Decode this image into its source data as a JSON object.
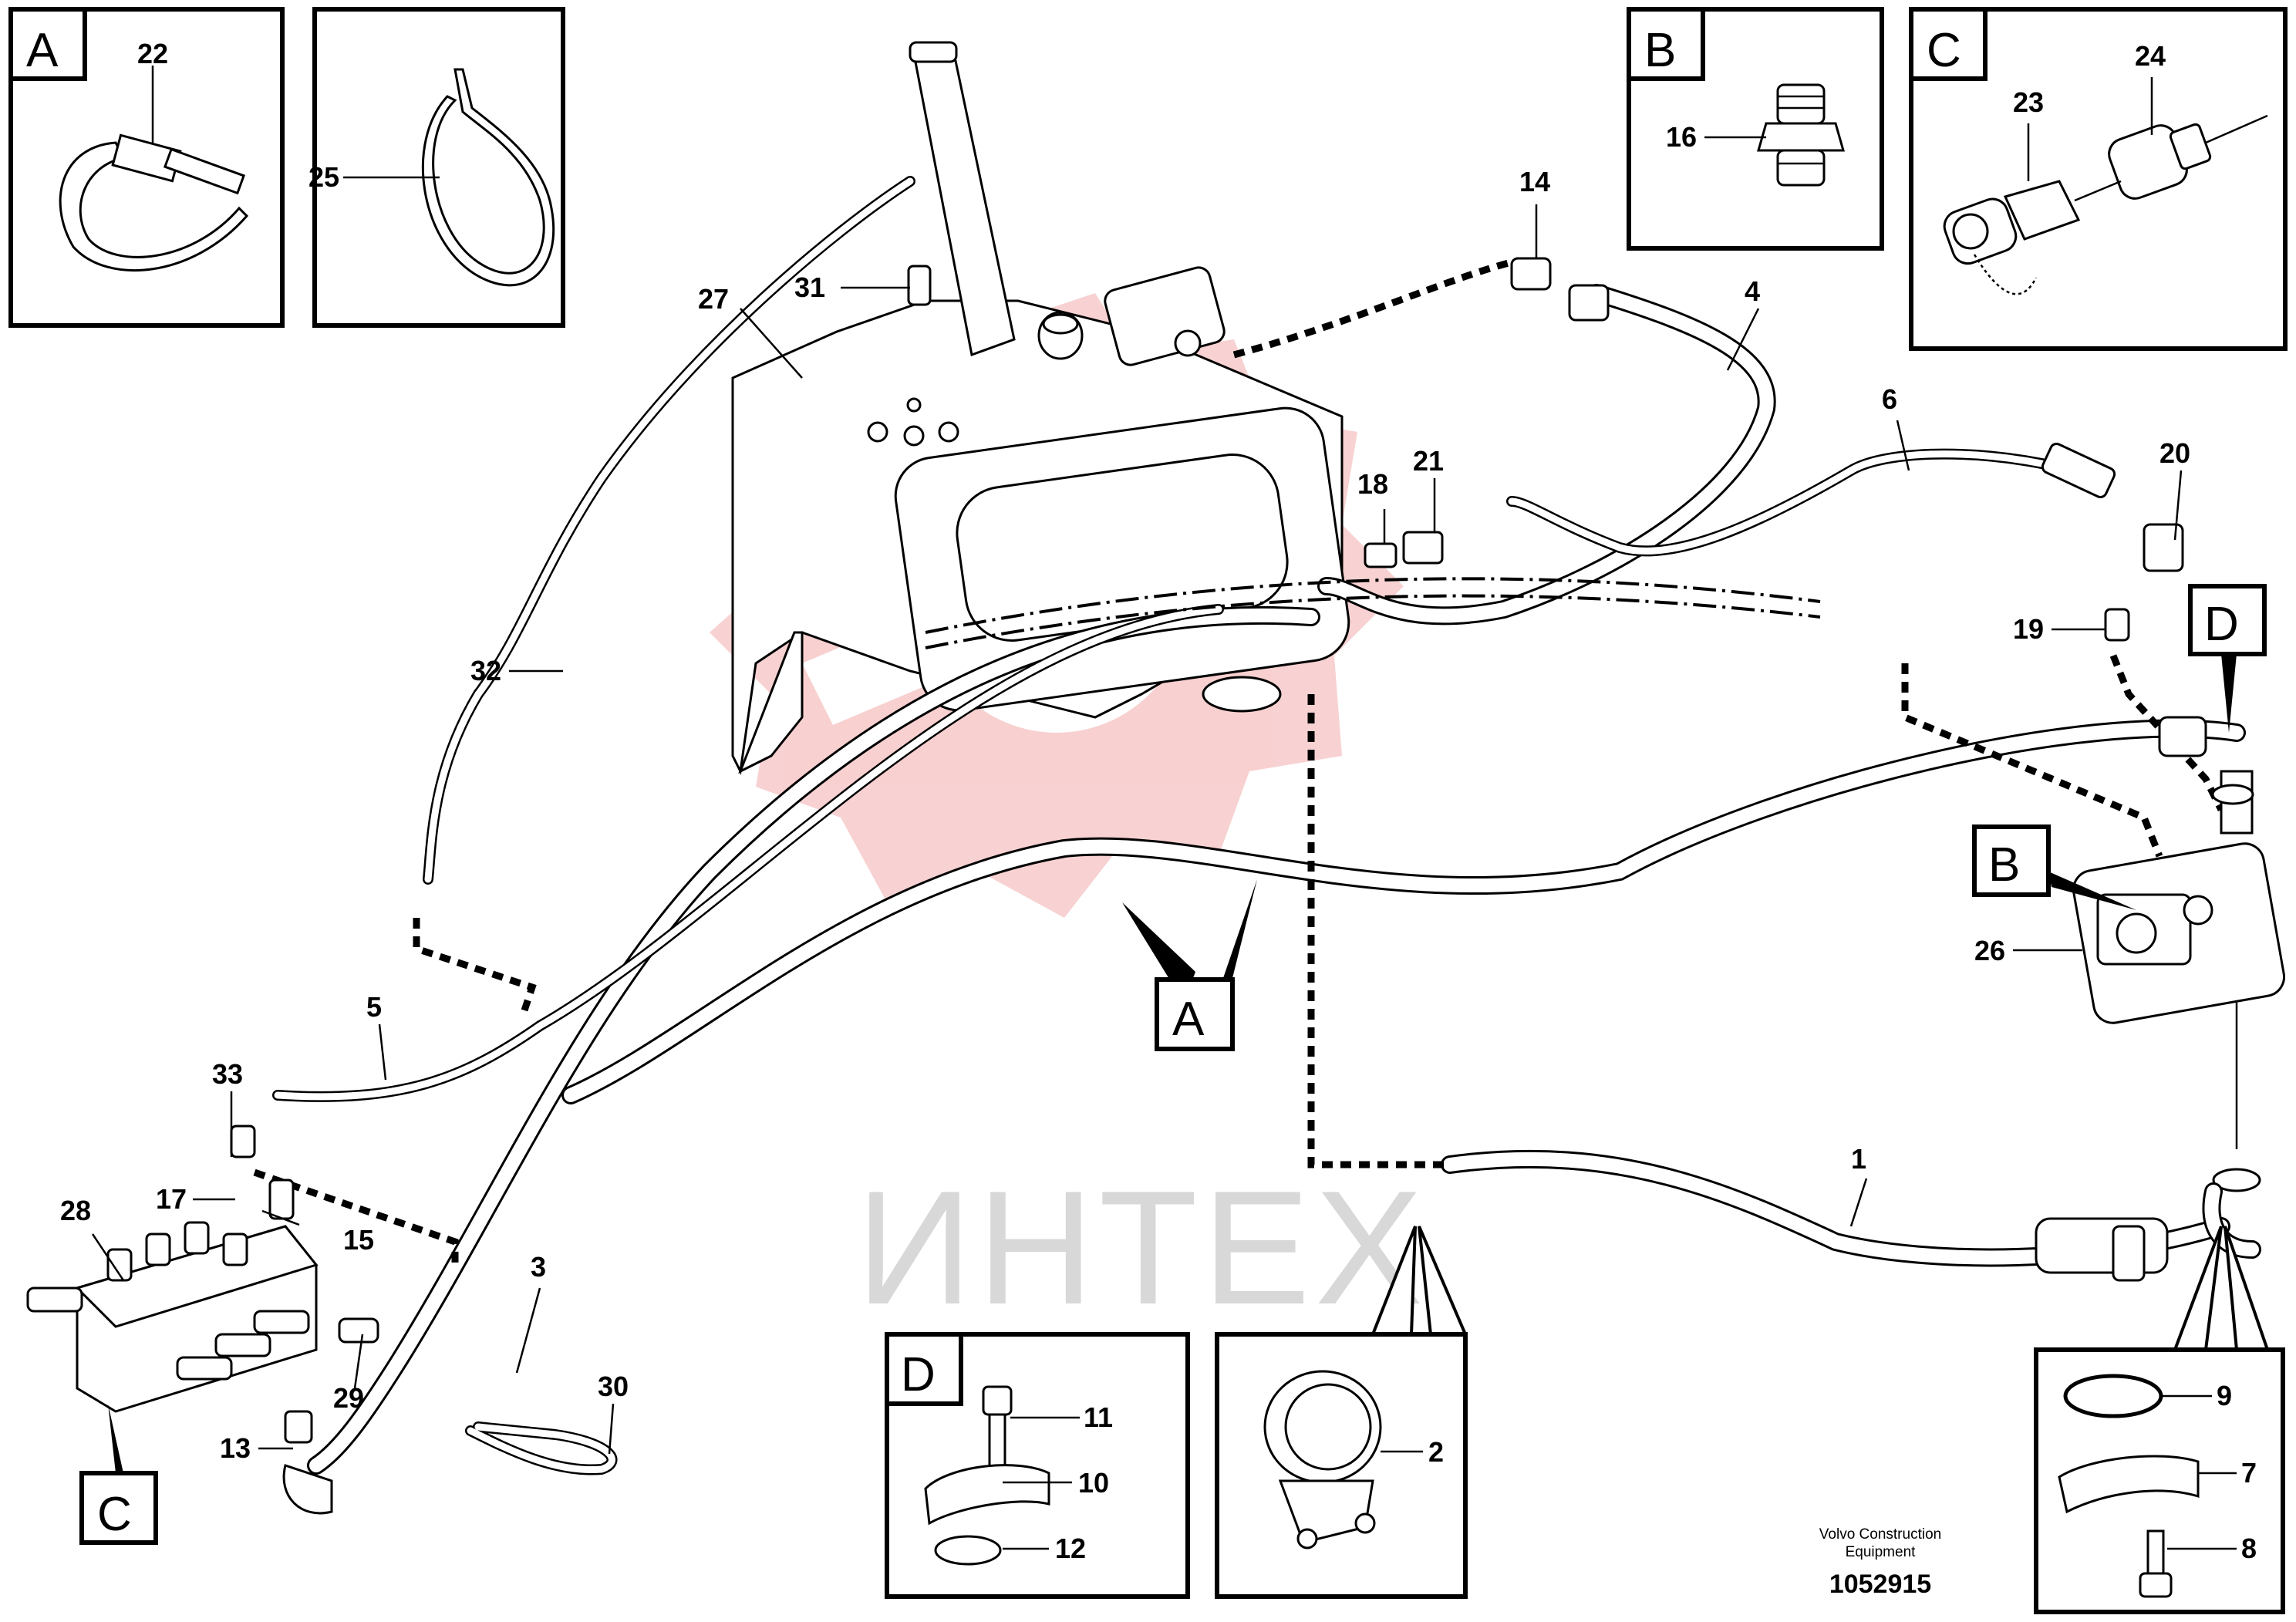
{
  "detail_boxes": {
    "A": {
      "letter": "A",
      "parts": [
        "22"
      ]
    },
    "A2": {
      "parts": [
        "25"
      ]
    },
    "B": {
      "letter": "B",
      "parts": [
        "16"
      ]
    },
    "C": {
      "letter": "C",
      "parts": [
        "23",
        "24"
      ]
    },
    "D": {
      "letter": "D",
      "parts": [
        "11",
        "10",
        "12"
      ]
    },
    "clamp": {
      "parts": [
        "2"
      ]
    },
    "flange": {
      "parts": [
        "9",
        "7",
        "8"
      ]
    }
  },
  "callouts": {
    "A": "A",
    "B": "B",
    "C": "C",
    "D": "D"
  },
  "part_labels": {
    "p1": "1",
    "p2": "2",
    "p3": "3",
    "p4": "4",
    "p5": "5",
    "p6": "6",
    "p7": "7",
    "p8": "8",
    "p9": "9",
    "p10": "10",
    "p11": "11",
    "p12": "12",
    "p13": "13",
    "p14": "14",
    "p15": "15",
    "p16": "16",
    "p17": "17",
    "p18": "18",
    "p19": "19",
    "p20": "20",
    "p21": "21",
    "p22": "22",
    "p23": "23",
    "p24": "24",
    "p25": "25",
    "p26": "26",
    "p27": "27",
    "p28": "28",
    "p29": "29",
    "p30": "30",
    "p31": "31",
    "p32": "32",
    "p33": "33"
  },
  "footer": {
    "brand_line1": "Volvo Construction",
    "brand_line2": "Equipment",
    "drawing_number": "1052915"
  },
  "watermark": {
    "text": "ИНТЕХ",
    "color": "#f08080"
  }
}
